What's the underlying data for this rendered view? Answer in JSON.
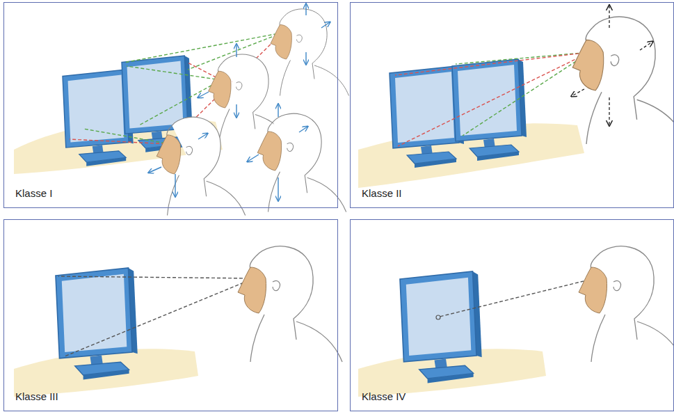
{
  "diagram": {
    "nodes": [
      {
        "text": [
          "Klasse I"
        ]
      },
      {
        "text": [
          "Klasse II"
        ]
      },
      {
        "text": [
          "Klasse III"
        ]
      },
      {
        "text": [
          "Klasse IV"
        ]
      }
    ]
  }
}
